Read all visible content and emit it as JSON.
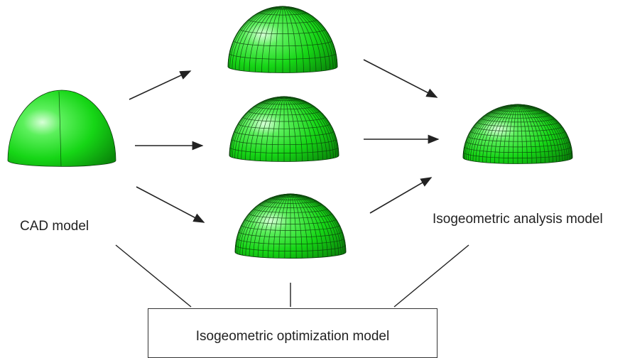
{
  "labels": {
    "cad": "CAD model",
    "iga": "Isogeometric analysis model",
    "optimization": "Isogeometric optimization model"
  },
  "colors": {
    "dome_fill": "#16d616",
    "dome_light": "#d8ffd8",
    "dome_shadow": "#0a8a0a",
    "mesh": "#0b3a0b",
    "arrow": "#222222"
  },
  "domes": [
    {
      "id": "cad",
      "meridians": 1,
      "parallels": 0
    },
    {
      "id": "top",
      "meridians": 24,
      "parallels": 6
    },
    {
      "id": "middle",
      "meridians": 28,
      "parallels": 10
    },
    {
      "id": "bottom",
      "meridians": 30,
      "parallels": 12
    },
    {
      "id": "iga",
      "meridians": 36,
      "parallels": 14
    }
  ]
}
